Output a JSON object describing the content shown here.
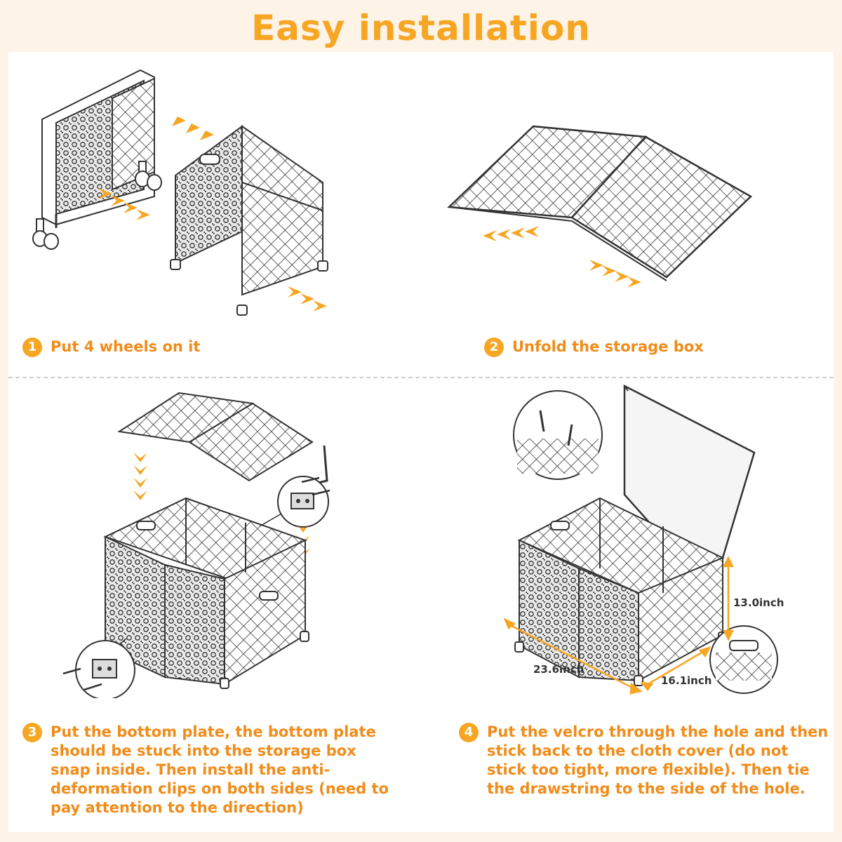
{
  "page": {
    "title": "Easy installation"
  },
  "steps": [
    {
      "number": "1",
      "text": "Put 4 wheels on it"
    },
    {
      "number": "2",
      "text": "Unfold the storage box"
    },
    {
      "number": "3",
      "text": "Put the bottom plate, the bottom plate should be stuck into the storage box snap inside. Then install the anti-deformation clips on both sides (need to pay attention to the direction)"
    },
    {
      "number": "4",
      "text": "Put the velcro through the hole and then stick back to the cloth cover (do not stick too tight, more flexible). Then tie the drawstring to the side of the hole."
    }
  ],
  "dimensions": {
    "height": "13.0inch",
    "length": "23.6inch",
    "width": "16.1inch"
  },
  "colors": {
    "accent": "#f6a623",
    "label": "#f08c1a",
    "line": "#333333",
    "background": "#fdf3e6"
  }
}
